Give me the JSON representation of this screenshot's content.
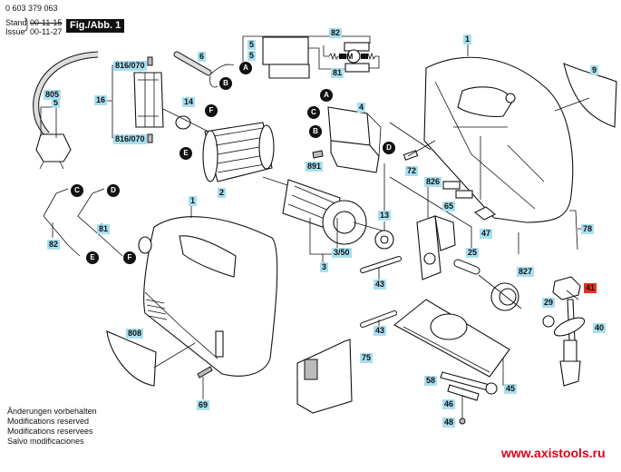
{
  "header": {
    "part_number": "0 603 379 063",
    "stand_label": "Stand",
    "issue_label": "Issue",
    "stand_date": "00-11-15",
    "issue_date": "00-11-27",
    "figure_label": "Fig./Abb. 1"
  },
  "footer": {
    "notes": [
      "Änderungen vorbehalten",
      "Modifications reserved",
      "Modifications reservees",
      "Salvo modificaciones"
    ],
    "website": "www.axistools.ru"
  },
  "colors": {
    "label_bg": "#a8dff0",
    "highlight_bg": "#e8331c",
    "website": "#e2001a"
  },
  "parts": {
    "p1_housing_right": "1",
    "p1_housing_left": "1",
    "p2": "2",
    "p3": "3",
    "p3_50": "3/50",
    "p4": "4",
    "p5a": "5",
    "p5b": "5",
    "p5_cord": "5",
    "p6": "6",
    "p9": "9",
    "p13": "13",
    "p14": "14",
    "p16": "16",
    "p25": "25",
    "p29": "29",
    "p40": "40",
    "p41": "41",
    "p43a": "43",
    "p43b": "43",
    "p45": "45",
    "p46": "46",
    "p47": "47",
    "p48": "48",
    "p58": "58",
    "p65": "65",
    "p69": "69",
    "p72": "72",
    "p75": "75",
    "p78": "78",
    "p81_schematic": "81",
    "p81_wire": "81",
    "p82_schematic": "82",
    "p82_wire": "82",
    "p805": "805",
    "p808": "808",
    "p816_top": "816/070",
    "p816_bottom": "816/070",
    "p826": "826",
    "p827": "827",
    "p891": "891"
  },
  "refs": {
    "A": "A",
    "B": "B",
    "C": "C",
    "D": "D",
    "E": "E",
    "F": "F",
    "motor": "M"
  }
}
